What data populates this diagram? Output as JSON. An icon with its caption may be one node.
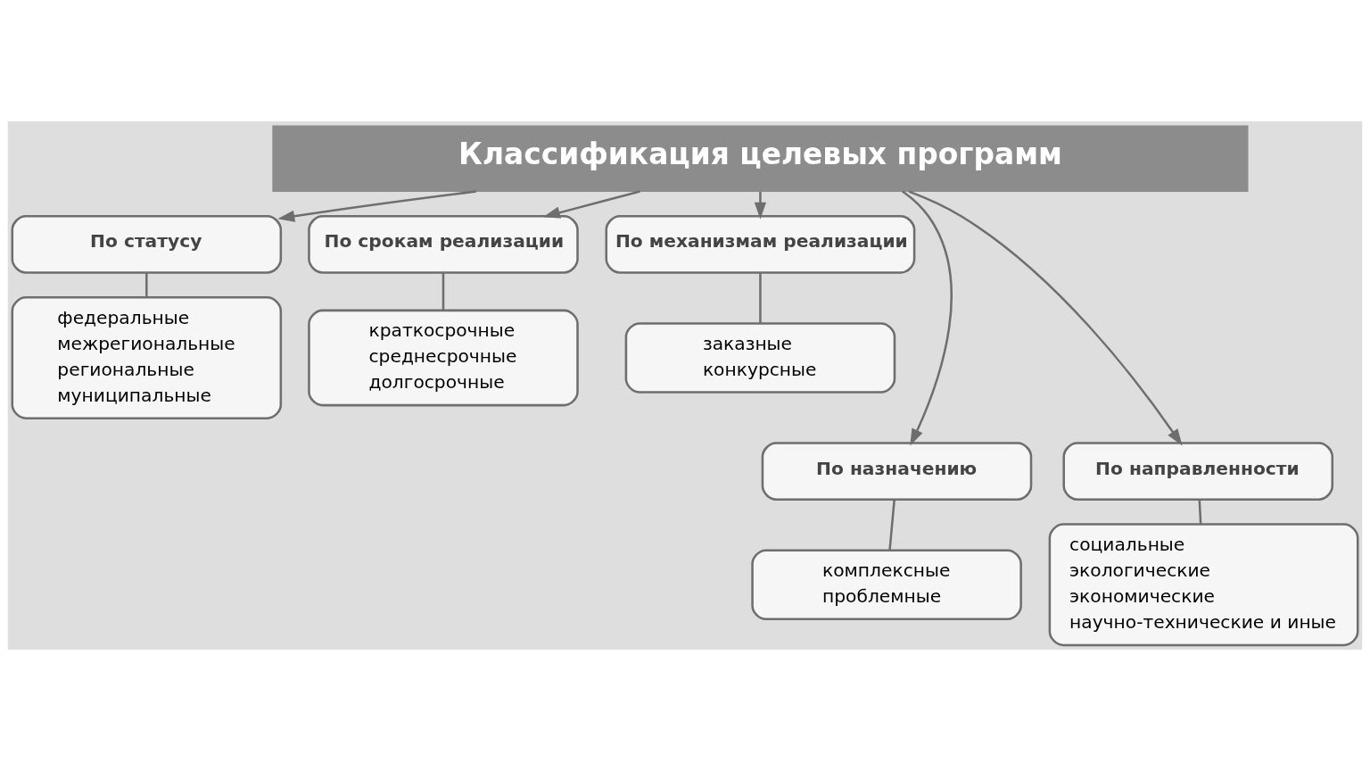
{
  "diagram": {
    "nodes": [
      {
        "text": [
          "Классификация целевых программ"
        ]
      },
      {
        "text": [
          "По статусу"
        ]
      },
      {
        "text": [
          "федеральные",
          "межрегиональные",
          "региональные",
          "муниципальные"
        ]
      },
      {
        "text": [
          "По срокам реализации"
        ]
      },
      {
        "text": [
          "краткосрочные",
          "среднесрочные",
          "долгосрочные"
        ]
      },
      {
        "text": [
          "По механизмам реализации"
        ]
      },
      {
        "text": [
          "заказные",
          "конкурсные"
        ]
      },
      {
        "text": [
          "По назначению"
        ]
      },
      {
        "text": [
          "комплексные",
          "проблемные"
        ]
      },
      {
        "text": [
          "По направленности"
        ]
      },
      {
        "text": [
          "социальные",
          "экологические",
          "экономические",
          "научно-технические и иные"
        ]
      }
    ],
    "edges": [
      {
        "from": 0,
        "to": 1,
        "arrow": "to"
      },
      {
        "from": 0,
        "to": 7,
        "arrow": "to"
      },
      {
        "from": 0,
        "to": 3,
        "arrow": "to"
      },
      {
        "from": 0,
        "to": 9,
        "arrow": "to"
      },
      {
        "from": 0,
        "to": 5,
        "arrow": "to"
      },
      {
        "from": 1,
        "to": 2,
        "arrow": "none"
      },
      {
        "from": 3,
        "to": 4,
        "arrow": "none"
      },
      {
        "from": 5,
        "to": 6,
        "arrow": "none"
      },
      {
        "from": 7,
        "to": 8,
        "arrow": "none"
      },
      {
        "from": 9,
        "to": 10,
        "arrow": "none"
      }
    ]
  }
}
